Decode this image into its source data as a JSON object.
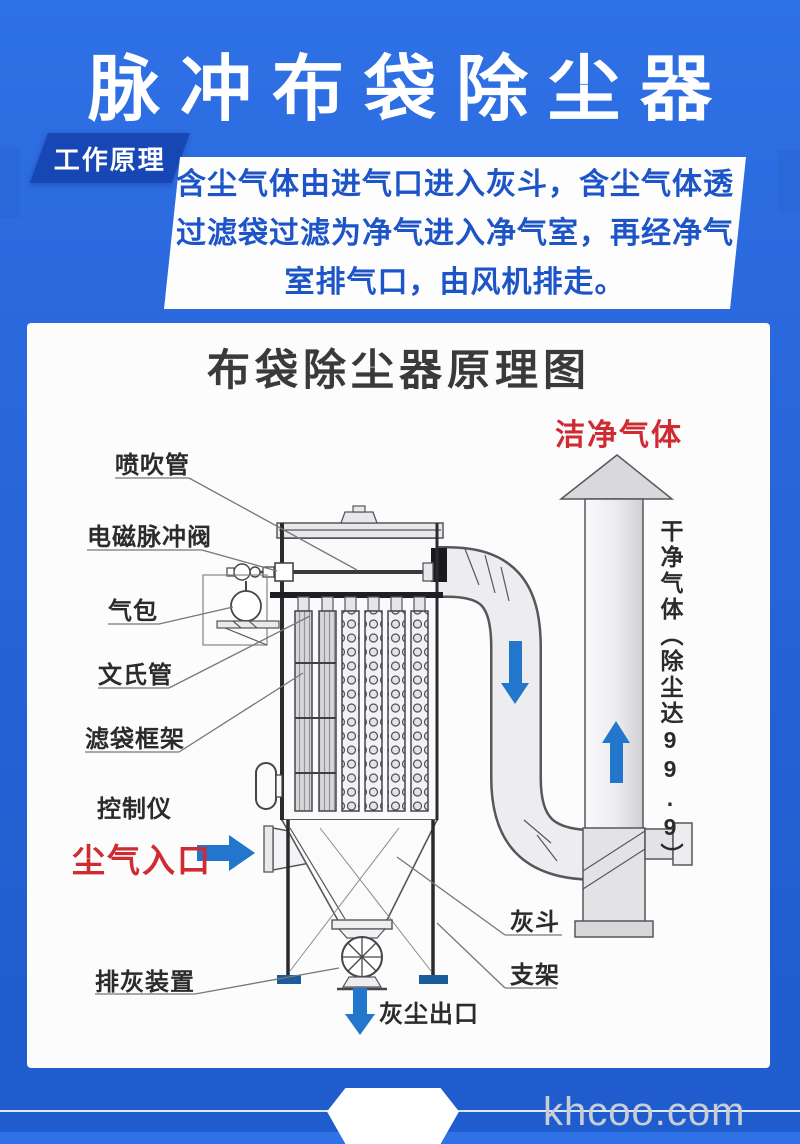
{
  "page": {
    "title": "脉冲布袋除尘器"
  },
  "principle": {
    "tag": "工作原理",
    "lines": [
      "含尘气体由进气口进入灰斗，含尘气体透",
      "过滤袋过滤为净气进入净气室，再经净气",
      "室排气口，由风机排走。"
    ]
  },
  "diagram": {
    "title": "布袋除尘器原理图",
    "labels": {
      "blow_pipe": "喷吹管",
      "pulse_valve": "电磁脉冲阀",
      "air_bag": "气包",
      "venturi": "文氏管",
      "bag_cage": "滤袋框架",
      "controller": "控制仪",
      "dust_inlet": "尘气入口",
      "ash_discharge": "排灰装置",
      "dust_outlet": "灰尘出口",
      "hopper": "灰斗",
      "support": "支架",
      "clean_gas": "洁净气体",
      "clean_gas_note": "干净气体（除尘达99.9）"
    }
  },
  "footer": {
    "watermark": "khcoo.com"
  },
  "colors": {
    "background_blue": "#2a68dd",
    "tag_blue": "#1747b5",
    "body_text_blue": "#1d55c8",
    "red_label": "#cf2b33",
    "arrow_blue": "#2277cc",
    "foot_pad_blue": "#1c5c9c",
    "watermark_gray": "#c9cdd5"
  }
}
